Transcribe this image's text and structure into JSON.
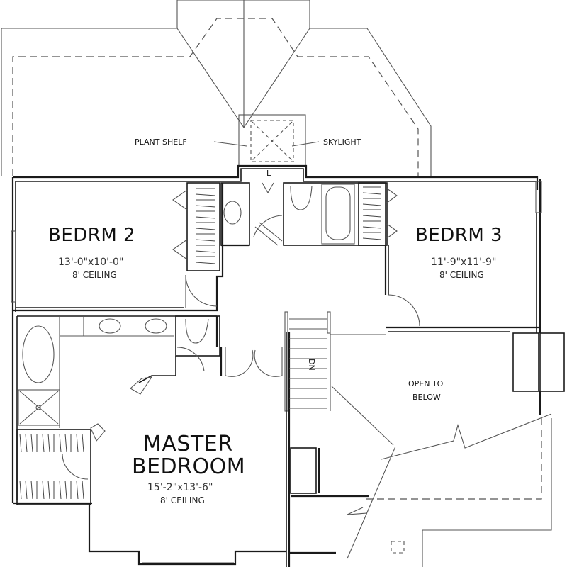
{
  "plan": {
    "background": "#ffffff",
    "line_color": "#1a1a1a",
    "rooms": [
      {
        "id": "bedroom-2",
        "name": "BEDRM 2",
        "dimensions": "13'-0\"x10'-0\"",
        "ceiling": "8' CEILING"
      },
      {
        "id": "bedroom-3",
        "name": "BEDRM 3",
        "dimensions": "11'-9\"x11'-9\"",
        "ceiling": "8' CEILING"
      },
      {
        "id": "master-bedroom",
        "name_line1": "MASTER",
        "name_line2": "BEDROOM",
        "dimensions": "15'-2\"x13'-6\"",
        "ceiling": "8' CEILING"
      }
    ],
    "annotations": {
      "plant_shelf": "PLANT SHELF",
      "skylight": "SKYLIGHT",
      "open_to_below_1": "OPEN TO",
      "open_to_below_2": "BELOW",
      "stairs_down": "DN",
      "linen": "L"
    }
  }
}
